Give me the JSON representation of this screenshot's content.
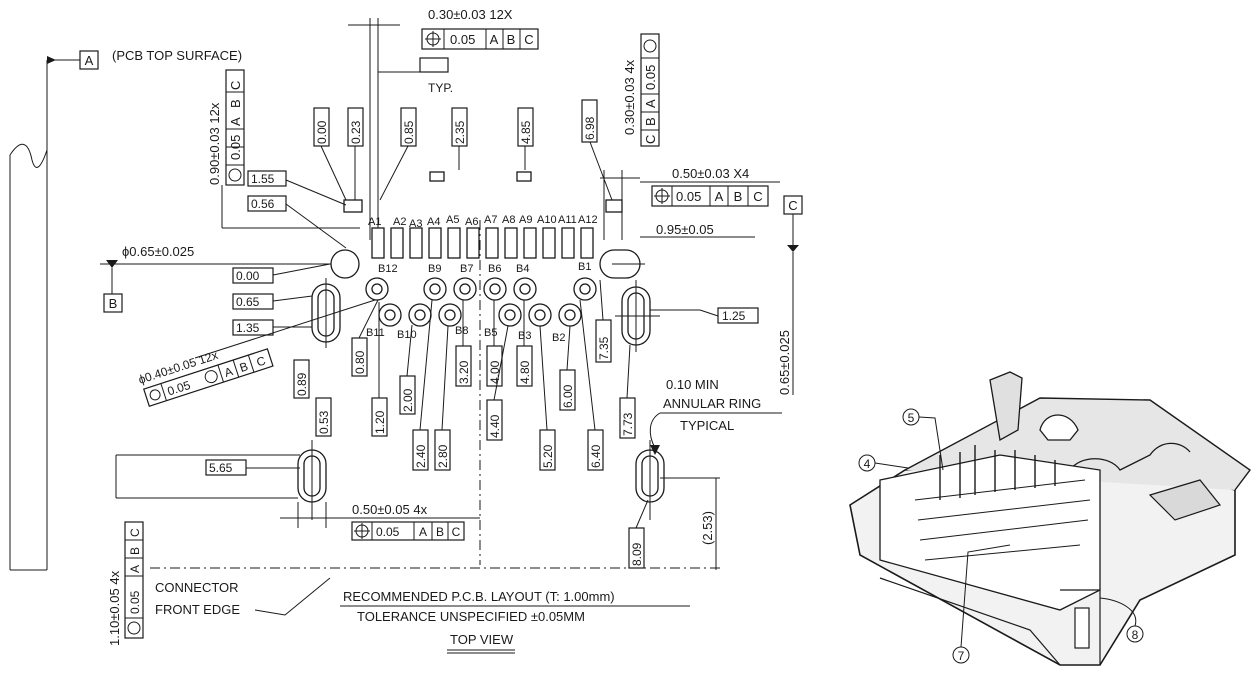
{
  "datum_a": {
    "letter": "A",
    "label": "(PCB TOP SURFACE)"
  },
  "datum_b": {
    "letter": "B"
  },
  "datum_c": {
    "letter": "C"
  },
  "top_tol": {
    "dim": "0.30±0.03  12X",
    "frame": [
      "0.05",
      "A",
      "B",
      "C"
    ],
    "typ": "TYP."
  },
  "right_tol": {
    "dim": "0.30±0.03  4x",
    "frame": [
      "0.05",
      "A",
      "B",
      "C"
    ]
  },
  "left_tol": {
    "dim": "0.90±0.03  12x",
    "frame": [
      "0.05",
      "A",
      "B",
      "C"
    ]
  },
  "wide_tol": {
    "dim": "0.50±0.03  X4",
    "frame": [
      "0.05",
      "A",
      "B",
      "C"
    ]
  },
  "dim_095": "0.95±0.05",
  "dim_phi065": "ϕ0.65±0.025",
  "dim_phi040": {
    "dim": "ϕ0.40±0.05  12x",
    "frame": [
      "0.05",
      "A",
      "B",
      "C"
    ]
  },
  "dim_065_vert": "0.65±0.025",
  "top_boxes": [
    "0.00",
    "0.23",
    "0.85",
    "2.35",
    "4.85",
    "6.98"
  ],
  "left_boxes": [
    "1.55",
    "0.56",
    "0.00",
    "0.65",
    "1.35"
  ],
  "box_125": "1.25",
  "lower_boxes": [
    "0.89",
    "0.53",
    "0.80",
    "1.20",
    "2.00",
    "2.40",
    "2.80",
    "3.20",
    "4.00",
    "4.40",
    "4.80",
    "5.20",
    "6.00",
    "6.40",
    "7.35",
    "7.73"
  ],
  "box_565": "5.65",
  "box_809": "8.09",
  "dim_253": "(2.53)",
  "bottom_tol": {
    "dim": "0.50±0.05  4x",
    "frame": [
      "0.05",
      "A",
      "B",
      "C"
    ]
  },
  "left_bottom_tol": {
    "dim": "1.10±0.05  4x",
    "frame": [
      "0.05",
      "A",
      "B",
      "C"
    ]
  },
  "pins_a": [
    "A1",
    "A2",
    "A3",
    "A4",
    "A5",
    "A6",
    "A7",
    "A8",
    "A9",
    "A10",
    "A11",
    "A12"
  ],
  "pins_b_top": [
    "B12",
    "B9",
    "B7",
    "B6",
    "B4",
    "B1"
  ],
  "pins_b_bot": [
    "B11",
    "B10",
    "B8",
    "B5",
    "B3",
    "B2"
  ],
  "annular": [
    "0.10 MIN",
    "ANNULAR RING",
    "TYPICAL"
  ],
  "connector_front": [
    "CONNECTOR",
    "FRONT EDGE"
  ],
  "layout_title": "RECOMMENDED P.C.B. LAYOUT (T: 1.00mm)",
  "tolerance_note": "TOLERANCE UNSPECIFIED ±0.05MM",
  "view_title": "TOP VIEW",
  "callouts": [
    "5",
    "4",
    "7",
    "8"
  ]
}
